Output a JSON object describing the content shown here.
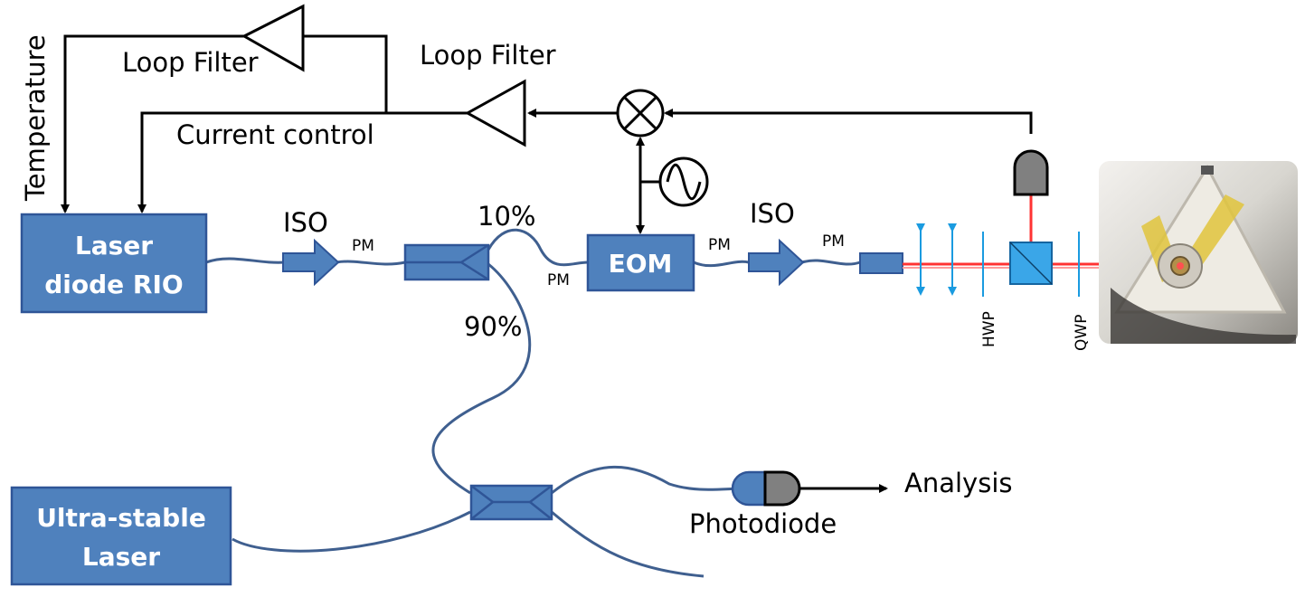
{
  "labels": {
    "temperature": "Temperature",
    "loop_filter_1": "Loop Filter",
    "loop_filter_2": "Loop Filter",
    "current_control": "Current control",
    "laser_diode_line1": "Laser",
    "laser_diode_line2": "diode RIO",
    "iso_1": "ISO",
    "pm_1": "PM",
    "split_10": "10%",
    "split_90": "90%",
    "pm_2": "PM",
    "eom": "EOM",
    "pm_3": "PM",
    "iso_2": "ISO",
    "pm_4": "PM",
    "hwp": "HWP",
    "qwp": "QWP",
    "ultra_stable_line1": "Ultra-stable",
    "ultra_stable_line2": "Laser",
    "photodiode": "Photodiode",
    "analysis": "Analysis"
  },
  "colors": {
    "component_fill": "#4f81bd",
    "component_stroke": "#2f5597",
    "fiber": "#3f5f8f",
    "laser_beam": "#ff3333",
    "optics": "#1a9be0",
    "detector": "#7f7f7f"
  }
}
